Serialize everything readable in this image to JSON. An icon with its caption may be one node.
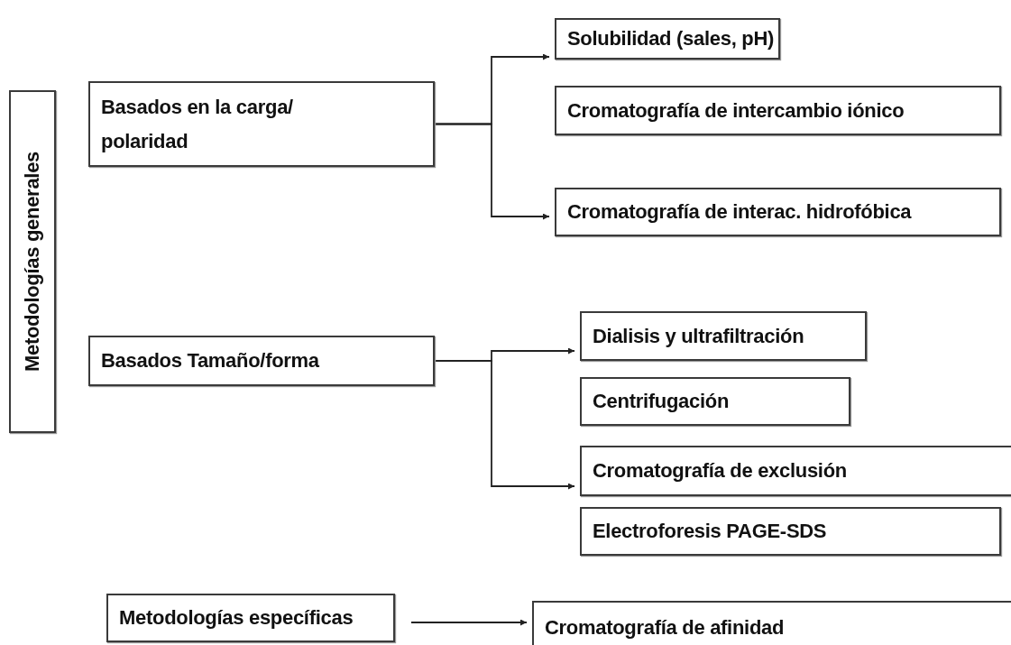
{
  "diagram": {
    "nodes": [
      {
        "text": [
          "Metodologías generales"
        ]
      },
      {
        "text": [
          "Basados en la carga/ polaridad"
        ]
      },
      {
        "text": [
          "Solubilidad (sales, pH)"
        ]
      },
      {
        "text": [
          "Cromatografía de intercambio iónico"
        ]
      },
      {
        "text": [
          "Cromatografía de interac. hidrofóbica"
        ]
      },
      {
        "text": [
          "Basados Tamaño/forma"
        ]
      },
      {
        "text": [
          "Dialisis y ultrafiltración"
        ]
      },
      {
        "text": [
          "Centrifugación"
        ]
      },
      {
        "text": [
          "Cromatografía de exclusión"
        ]
      },
      {
        "text": [
          "Electroforesis PAGE-SDS"
        ]
      },
      {
        "text": [
          "Metodologías específicas"
        ]
      },
      {
        "text": [
          "Cromatografía de afinidad"
        ]
      }
    ],
    "edges": [
      {
        "from": 1,
        "to": 2,
        "arrow": "to"
      },
      {
        "from": 1,
        "to": 4,
        "arrow": "to"
      },
      {
        "from": 5,
        "to": 6,
        "arrow": "to"
      },
      {
        "from": 5,
        "to": 8,
        "arrow": "to"
      },
      {
        "from": 10,
        "to": 11,
        "arrow": "to"
      }
    ]
  }
}
